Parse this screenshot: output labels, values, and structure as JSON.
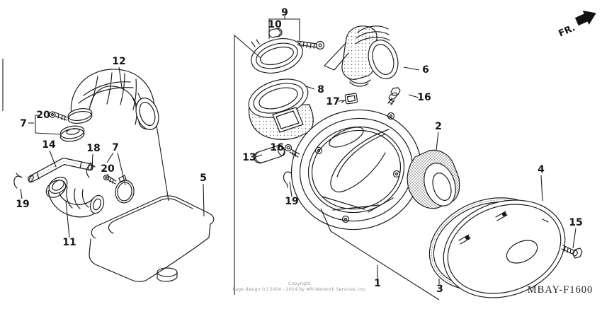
{
  "fr_label": "FR.",
  "diagram_code": "MBAY-F1600",
  "copyright": {
    "line1": "Copyright",
    "line2": "Page design (c) 2004 - 2014 by ARI Network Services, Inc."
  },
  "colors": {
    "line": "#1c1c1c",
    "background": "#ffffff",
    "muted_text": "#9a9a9a"
  },
  "callouts": [
    {
      "n": "9"
    },
    {
      "n": "10"
    },
    {
      "n": "12"
    },
    {
      "n": "6"
    },
    {
      "n": "16"
    },
    {
      "n": "17"
    },
    {
      "n": "8"
    },
    {
      "n": "7"
    },
    {
      "n": "20"
    },
    {
      "n": "14"
    },
    {
      "n": "18"
    },
    {
      "n": "7"
    },
    {
      "n": "20"
    },
    {
      "n": "19"
    },
    {
      "n": "11"
    },
    {
      "n": "5"
    },
    {
      "n": "13"
    },
    {
      "n": "16"
    },
    {
      "n": "19"
    },
    {
      "n": "2"
    },
    {
      "n": "4"
    },
    {
      "n": "15"
    },
    {
      "n": "1"
    },
    {
      "n": "3"
    }
  ]
}
